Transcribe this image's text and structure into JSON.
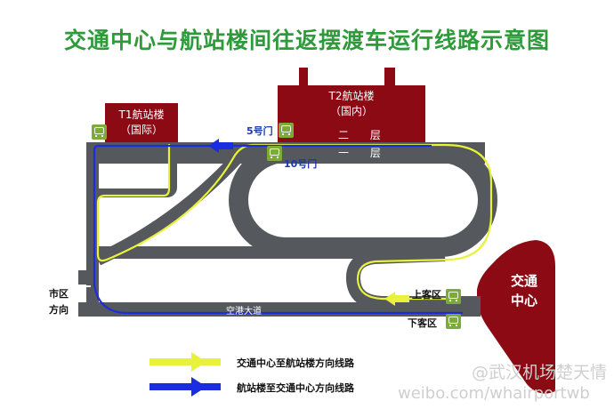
{
  "title": "交通中心与航站楼间往返摆渡车运行线路示意图",
  "buildings": {
    "t1": {
      "name": "T1航站楼",
      "sub": "（国际）"
    },
    "t2": {
      "name": "T2航站楼",
      "sub": "（国内）",
      "floor2": "二 层",
      "floor1": "一 层"
    },
    "traffic_center": "交通中心"
  },
  "labels": {
    "gate5": "5号门",
    "gate10": "10号门",
    "pickup": "上客区",
    "dropoff": "下客区",
    "city": "市区",
    "direction": "方向",
    "road": "空港大道"
  },
  "legend": [
    {
      "label": "交通中心至航站楼方向线路",
      "color": "#e8f23a"
    },
    {
      "label": "航站楼至交通中心方向线路",
      "color": "#1a2ee0"
    }
  ],
  "watermark": {
    "handle": "@武汉机场楚天情",
    "url": "weibo.com/whairportwb"
  },
  "colors": {
    "title": "#2e9a3a",
    "building": "#8b0a14",
    "road": "#55585c",
    "bus_stop": "#7cab3a"
  }
}
